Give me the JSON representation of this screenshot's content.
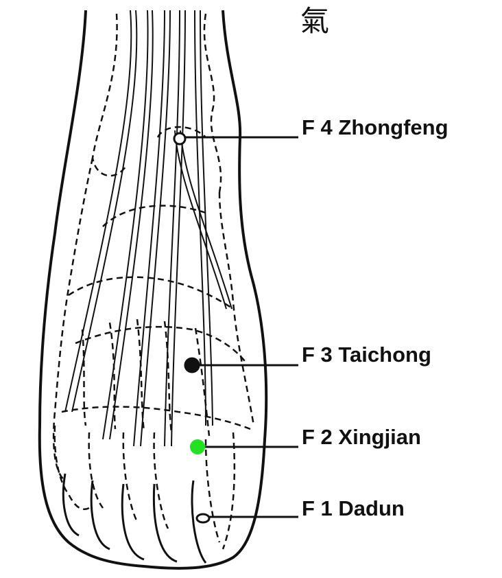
{
  "seal_glyph": "氣",
  "points": [
    {
      "id": "F4",
      "label": "F 4 Zhongfeng",
      "color": "#ffffff"
    },
    {
      "id": "F3",
      "label": "F 3 Taichong",
      "color": "#111111"
    },
    {
      "id": "F2",
      "label": "F 2 Xingjian",
      "color": "#22e022"
    },
    {
      "id": "F1",
      "label": "F 1 Dadun",
      "color": "#ffffff"
    }
  ],
  "colors": {
    "ink": "#111111",
    "highlight": "#22e022",
    "paper": "#ffffff"
  }
}
